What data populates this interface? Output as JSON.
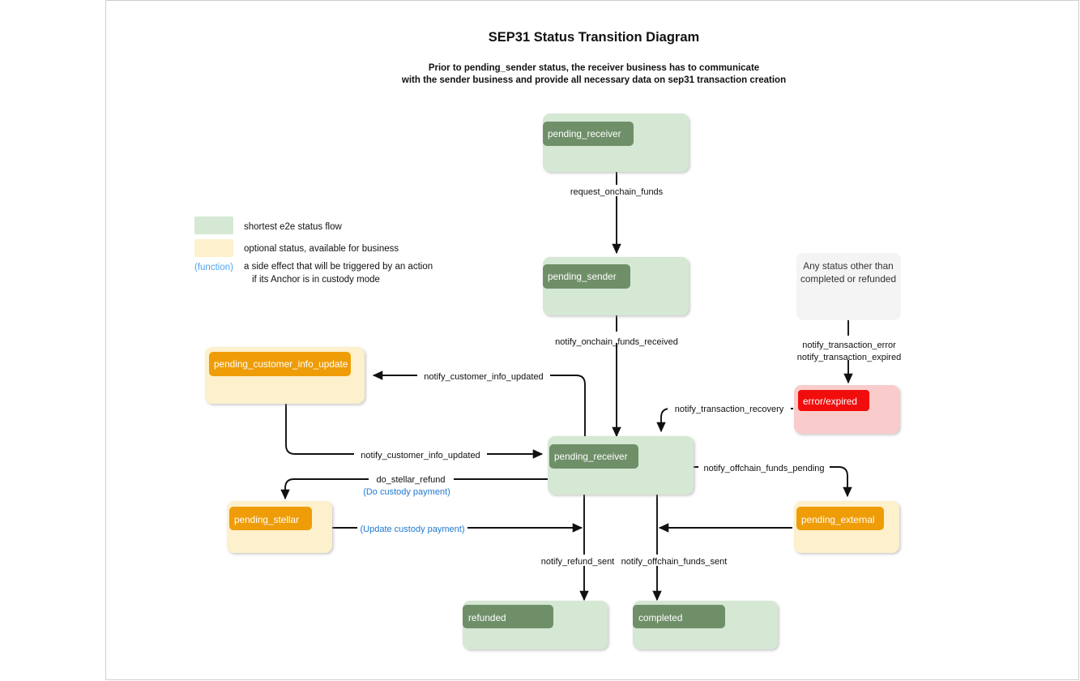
{
  "header": {
    "title": "SEP31 Status Transition Diagram",
    "subtitle_line1": "Prior to pending_sender status, the receiver business has to communicate",
    "subtitle_line2": "with the sender business and provide all necessary data on sep31 transaction creation"
  },
  "legend": {
    "items": [
      {
        "swatch": "#D5E8D4",
        "label": "shortest e2e status flow"
      },
      {
        "swatch": "#FDF0CD",
        "label": "optional status, available for business"
      }
    ],
    "function_key": "(function)",
    "function_desc_line1": "a side effect that will be triggered by an action",
    "function_desc_line2": "if its Anchor is in custody mode"
  },
  "colors": {
    "green_outer": "#D5E8D4",
    "green_inner": "#6F8F69",
    "cream_outer": "#FDF0CD",
    "orange_inner": "#EE9D08",
    "red_outer": "#F9CCCB",
    "red_inner": "#F20D0D",
    "gray_outer": "#F4F4F4",
    "function_blue": "#1F78D1",
    "legend_blue": "#4EA6F5",
    "edge_stroke": "#111111"
  },
  "nodes": [
    {
      "id": "pending_receiver_top",
      "label": "pending_receiver",
      "kind": "green"
    },
    {
      "id": "pending_sender",
      "label": "pending_sender",
      "kind": "green"
    },
    {
      "id": "any_status",
      "label_line1": "Any status other than",
      "label_line2": "completed or refunded",
      "kind": "gray"
    },
    {
      "id": "error_expired",
      "label": "error/expired",
      "kind": "red"
    },
    {
      "id": "pending_customer_info_update",
      "label": "pending_customer_info_update",
      "kind": "orange"
    },
    {
      "id": "pending_receiver_mid",
      "label": "pending_receiver",
      "kind": "green"
    },
    {
      "id": "pending_stellar",
      "label": "pending_stellar",
      "kind": "orange"
    },
    {
      "id": "pending_external",
      "label": "pending_external",
      "kind": "orange"
    },
    {
      "id": "refunded",
      "label": "refunded",
      "kind": "green"
    },
    {
      "id": "completed",
      "label": "completed",
      "kind": "green"
    }
  ],
  "edges": [
    {
      "id": "e1",
      "label": "request_onchain_funds",
      "from": "pending_receiver_top",
      "to": "pending_sender"
    },
    {
      "id": "e2",
      "label": "notify_onchain_funds_received",
      "from": "pending_sender",
      "to": "pending_receiver_mid"
    },
    {
      "id": "e3",
      "label_line1": "notify_transaction_error",
      "label_line2": "notify_transaction_expired",
      "from": "any_status",
      "to": "error_expired"
    },
    {
      "id": "e4",
      "label": "notify_transaction_recovery",
      "from": "error_expired",
      "to": "pending_receiver_mid"
    },
    {
      "id": "e5",
      "label": "notify_customer_info_updated",
      "from": "pending_receiver_mid",
      "to": "pending_customer_info_update"
    },
    {
      "id": "e6",
      "label": "notify_customer_info_updated",
      "from": "pending_customer_info_update",
      "to": "pending_receiver_mid"
    },
    {
      "id": "e7",
      "label": "do_stellar_refund",
      "label_fn": "(Do custody payment)",
      "from": "pending_receiver_mid",
      "to": "pending_stellar"
    },
    {
      "id": "e8",
      "label_fn": "(Update custody payment)",
      "from": "pending_stellar",
      "to": "refunded"
    },
    {
      "id": "e9",
      "label": "notify_offchain_funds_pending",
      "from": "pending_receiver_mid",
      "to": "pending_external"
    },
    {
      "id": "e10",
      "label": "",
      "from": "pending_external",
      "to": "completed"
    },
    {
      "id": "e11",
      "label": "notify_refund_sent",
      "from": "pending_receiver_mid",
      "to": "refunded"
    },
    {
      "id": "e12",
      "label": "notify_offchain_funds_sent",
      "from": "pending_receiver_mid",
      "to": "completed"
    }
  ]
}
